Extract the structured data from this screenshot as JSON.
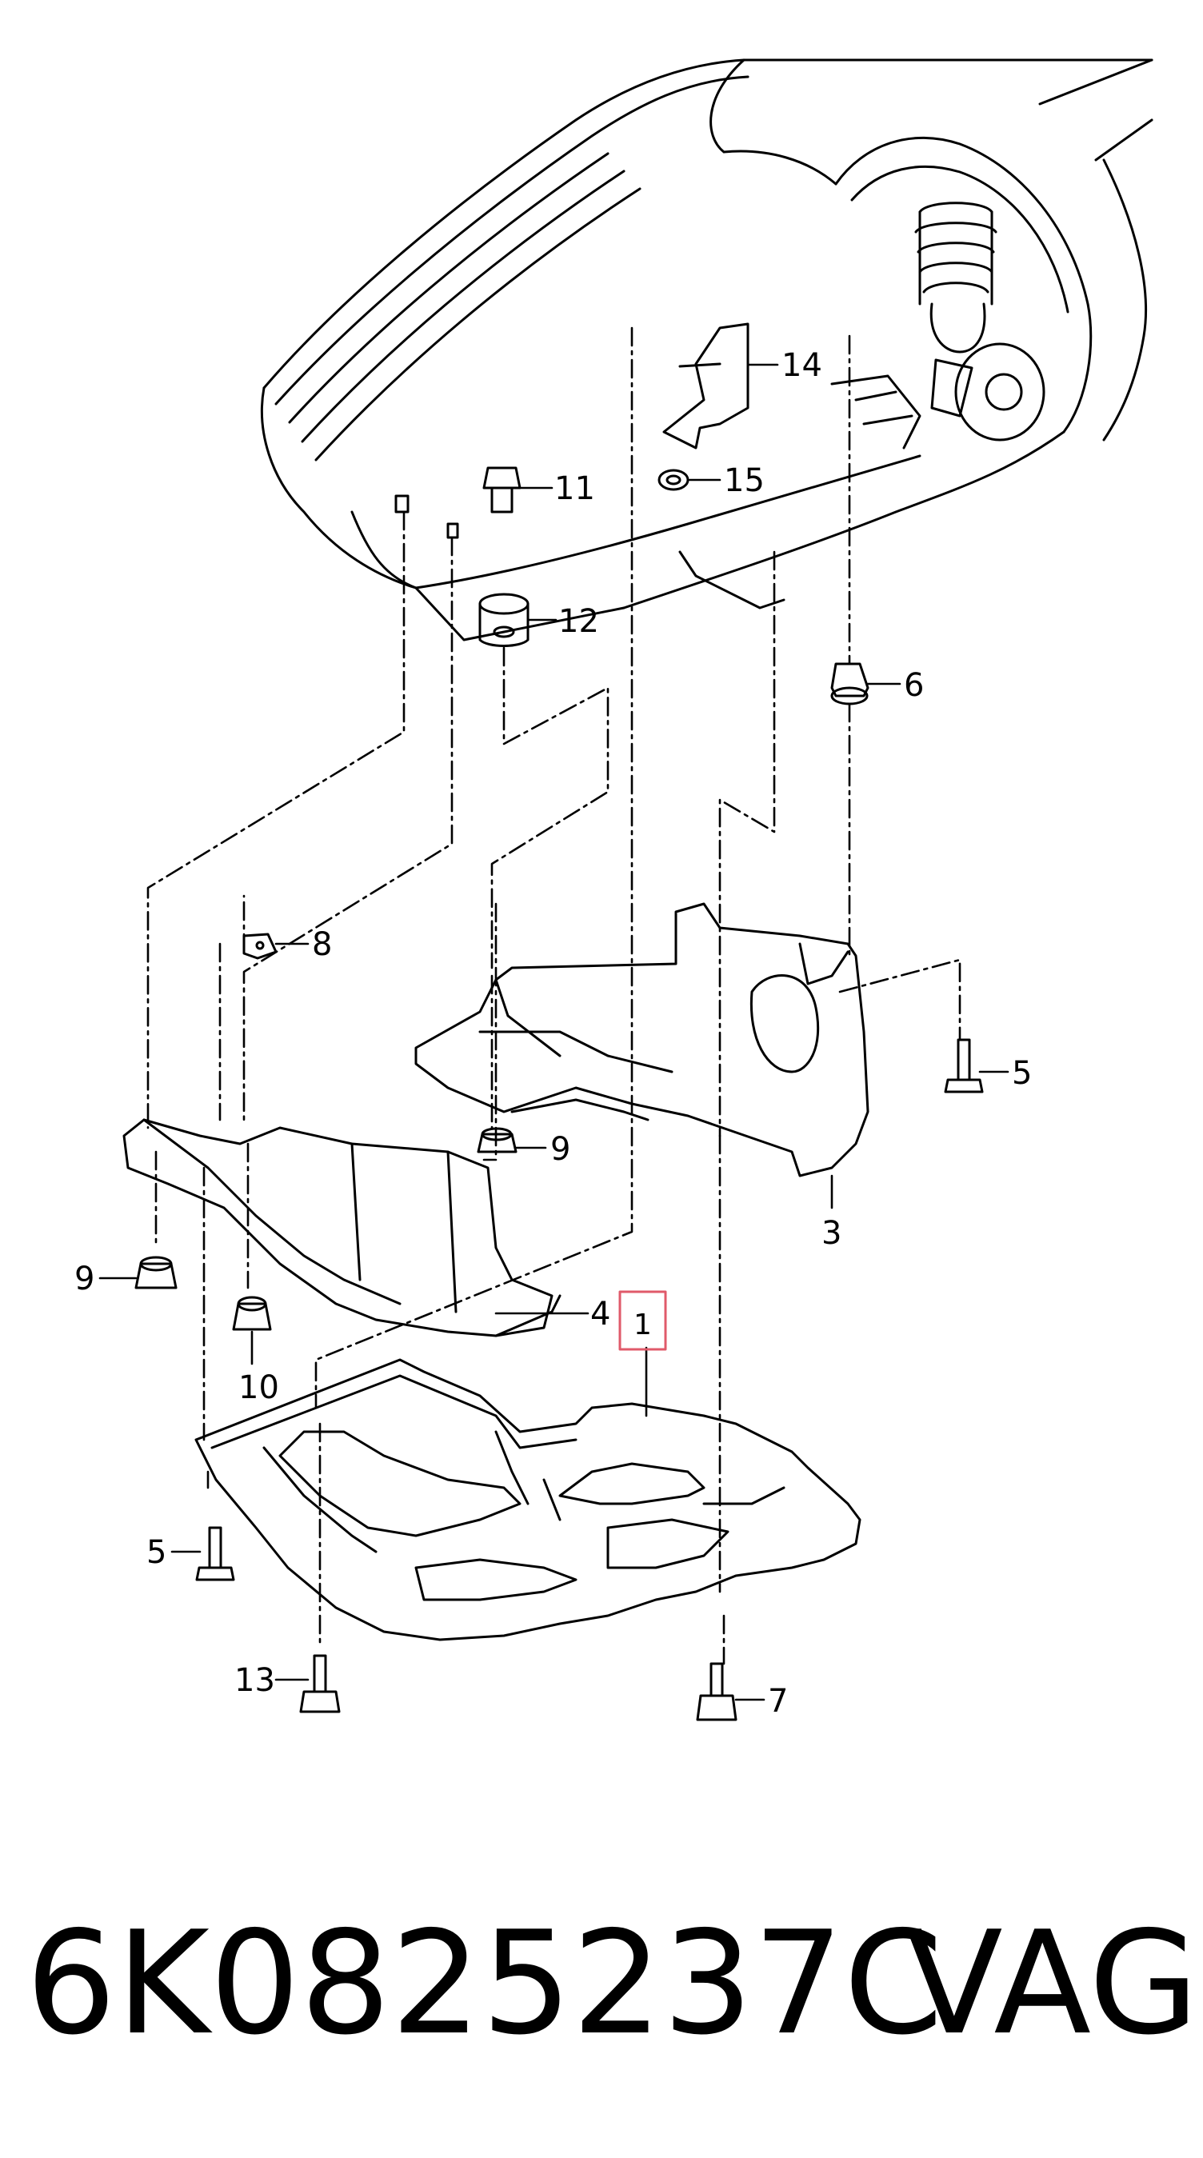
{
  "diagram": {
    "callouts": [
      "1",
      "3",
      "4",
      "5",
      "5",
      "6",
      "7",
      "8",
      "9",
      "9",
      "10",
      "11",
      "12",
      "13",
      "14",
      "15"
    ],
    "highlight_color": "#e05a6a"
  },
  "caption": {
    "part_number": "6K0825237C",
    "brand": "VAG"
  }
}
